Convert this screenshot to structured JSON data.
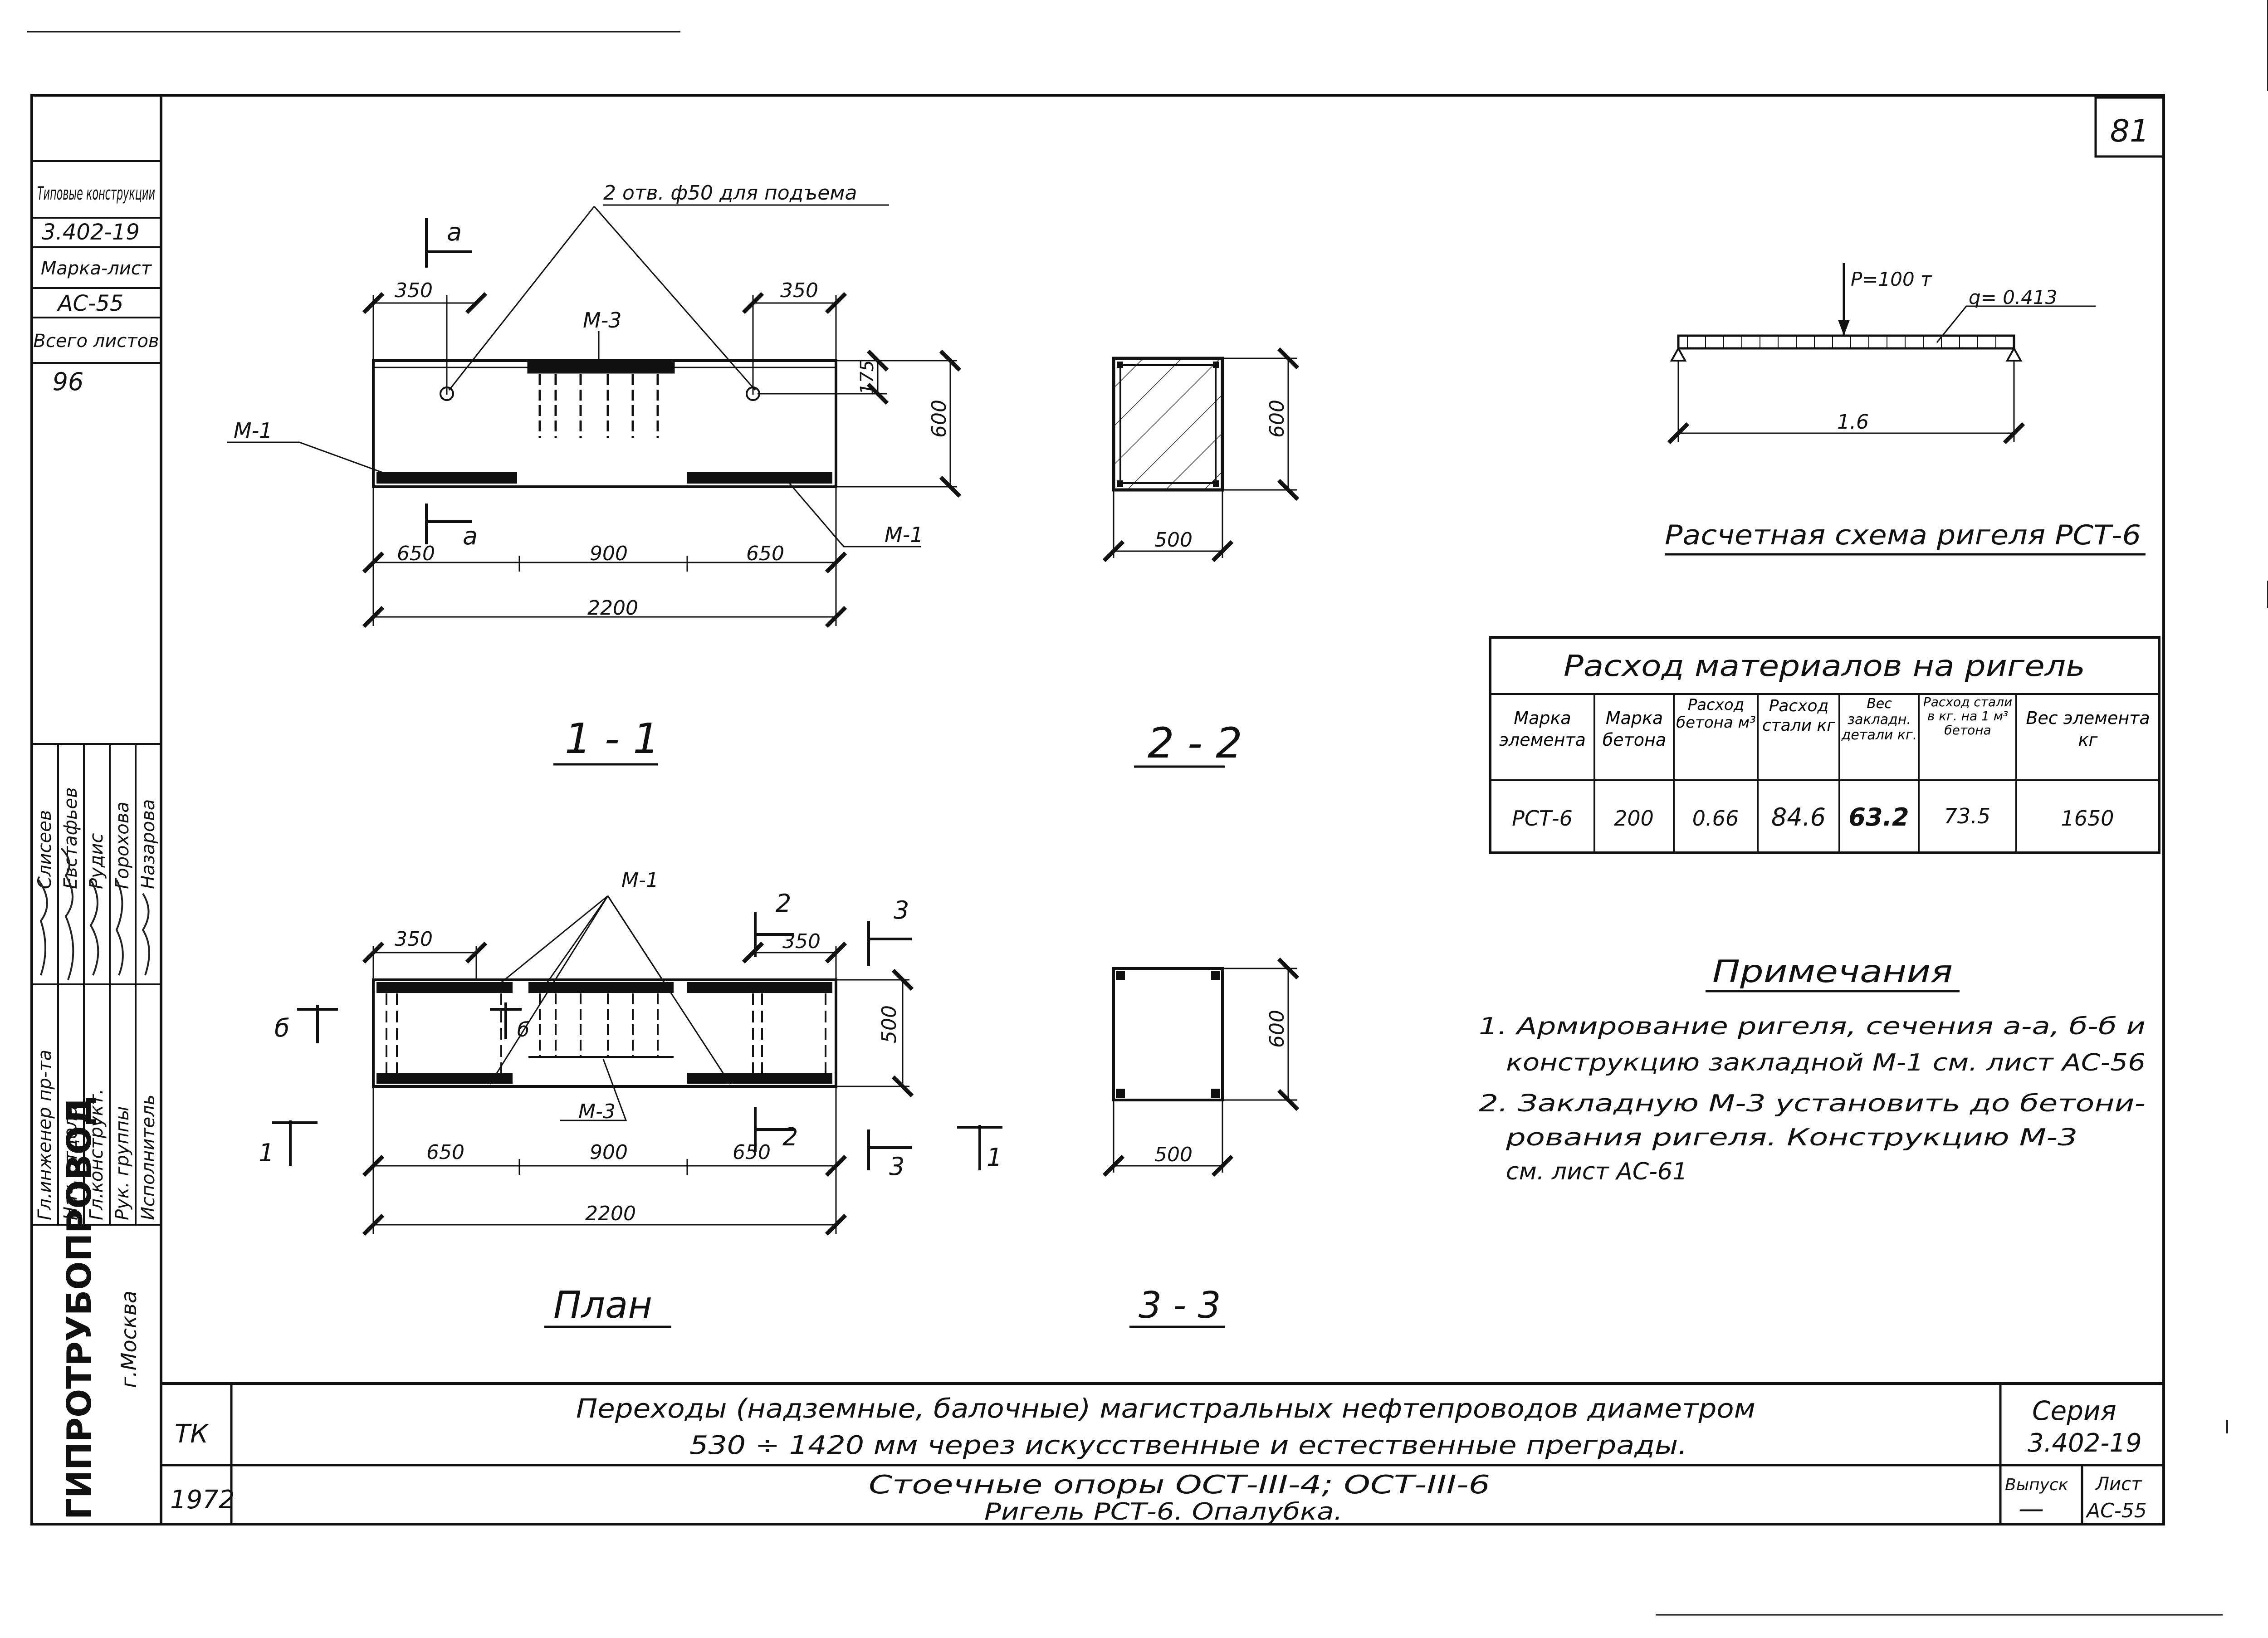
{
  "sheet": {
    "number": "81"
  },
  "side_stamp": {
    "rows": [
      {
        "label": "Типовые конструкции"
      },
      {
        "value": "3.402-19"
      },
      {
        "label": "Марка-лист"
      },
      {
        "value": "АС-55"
      },
      {
        "label": "Всего листов"
      },
      {
        "value": "96"
      }
    ],
    "roles": [
      "Гл.инженер пр-та",
      "Нач. отдела",
      "Гл.конструкт.",
      "Рук. группы",
      "Исполнитель"
    ],
    "names": [
      "Слисеев",
      "Евстафьев",
      "Рудис",
      "Горохова",
      "Назарова"
    ],
    "org": "ГИПРОТРУБОПРОВОД",
    "city": "г.Москва"
  },
  "views": {
    "section_1_1": {
      "title": "1 - 1",
      "lift_note": "2 отв. ф50 для подъема",
      "cut_mark": "а",
      "dims": [
        "350",
        "350",
        "175",
        "600",
        "650",
        "900",
        "650",
        "2200"
      ],
      "marks": [
        "М-3",
        "М-1",
        "М-1"
      ]
    },
    "section_2_2": {
      "title": "2 - 2",
      "dims": [
        "600",
        "500"
      ]
    },
    "plan": {
      "title": "План",
      "dims": [
        "350",
        "350",
        "500",
        "650",
        "900",
        "650",
        "2200"
      ],
      "marks": [
        "М-1",
        "М-3"
      ],
      "cut_marks": [
        "б",
        "б",
        "1",
        "1",
        "2",
        "2",
        "3",
        "3"
      ]
    },
    "section_3_3": {
      "title": "3 - 3",
      "dims": [
        "600",
        "500"
      ]
    }
  },
  "scheme": {
    "title": "Расчетная схема ригеля РСТ-6",
    "load_p": "Р=100 т",
    "load_q": "q= 0.413",
    "span": "1.6"
  },
  "materials_table": {
    "title": "Расход материалов на ригель",
    "headers": [
      "Марка элемента",
      "Марка бетона",
      "Расход бетона м³",
      "Расход стали кг",
      "Вес закладн. детали кг.",
      "Расход стали в кг. на 1 м³ бетона",
      "Вес элемента кг"
    ],
    "rows": [
      [
        "РСТ-6",
        "200",
        "0.66",
        "84.6",
        "63.2",
        "73.5",
        "1650"
      ]
    ]
  },
  "notes": {
    "heading": "Примечания",
    "lines": [
      "1. Армирование ригеля, сечения  а-а, б-б и",
      "конструкцию закладной М-1 см. лист АС-56",
      "2. Закладную  М-3 установить до  бетони-",
      "рования ригеля. Конструкцию М-3",
      "см. лист   АС-61"
    ]
  },
  "title_block": {
    "tk": "ТК",
    "year": "1972",
    "line1": "Переходы (надземные, балочные) магистральных нефтепроводов диаметром",
    "line2": "530 ÷ 1420 мм  через  искусственные  и  естественные  преграды.",
    "line3": "Стоечные  опоры  ОСТ-III-4;  ОСТ-III-6",
    "line4": "Ригель РСТ-6. Опалубка.",
    "series_label": "Серия",
    "series_value": "3.402-19",
    "issue_label": "Выпуск",
    "issue_value": "—",
    "sheet_label": "Лист",
    "sheet_value": "АС-55"
  }
}
